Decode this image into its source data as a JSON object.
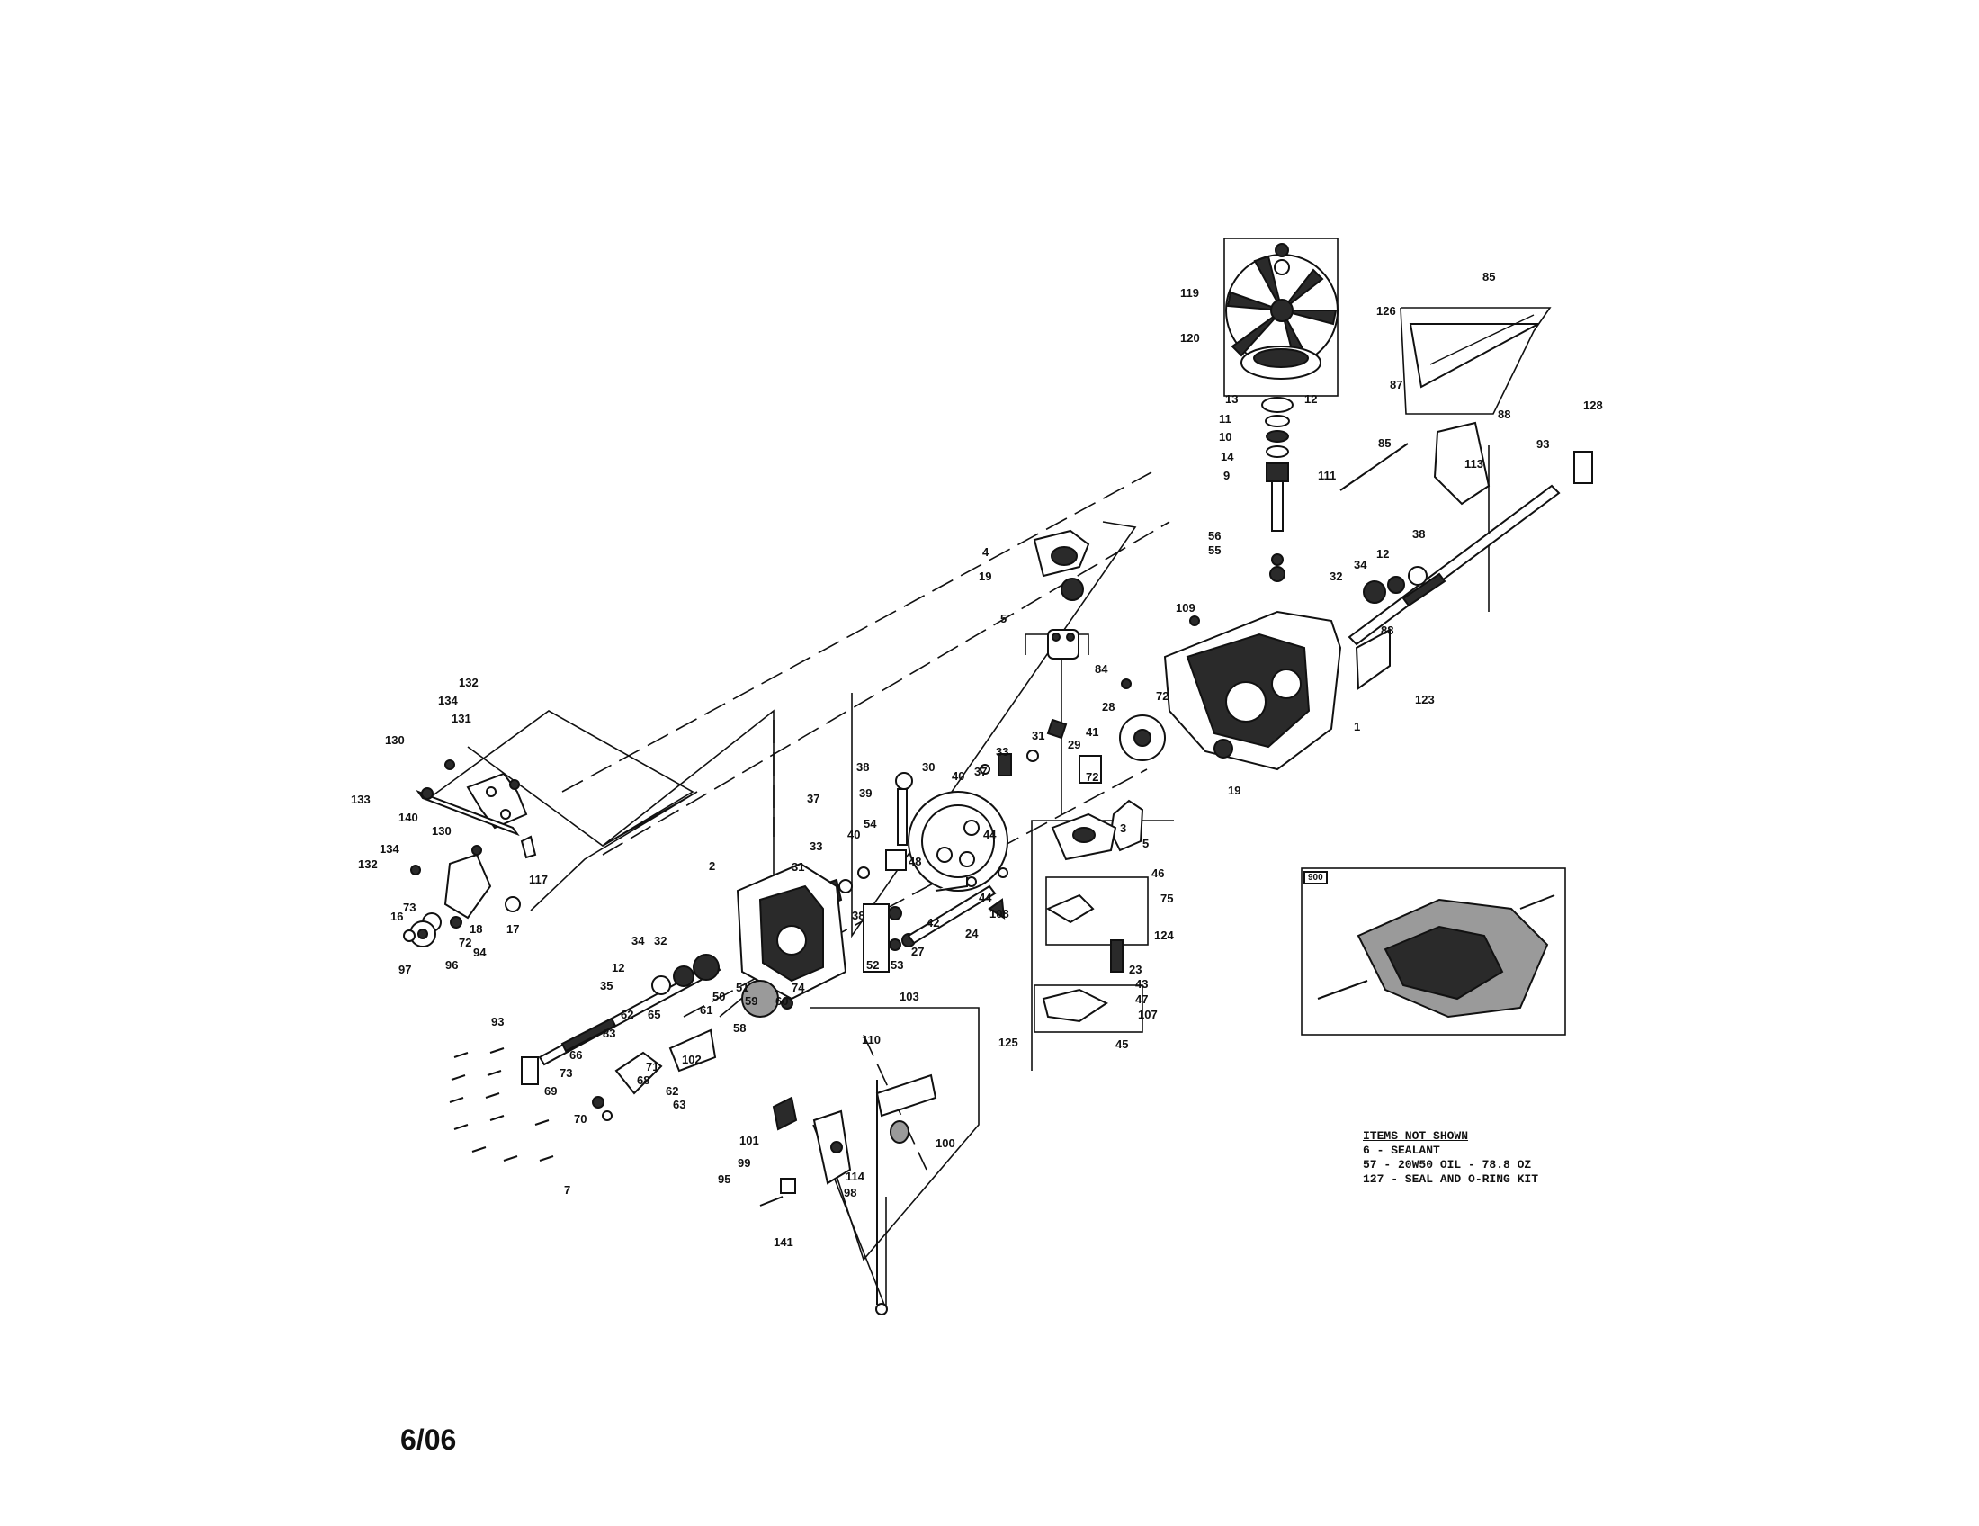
{
  "diagram": {
    "callouts": [
      "119",
      "126",
      "120",
      "85",
      "13",
      "12",
      "128",
      "11",
      "87",
      "88",
      "10",
      "14",
      "85",
      "93",
      "111",
      "113",
      "9",
      "4",
      "38",
      "56",
      "55",
      "12",
      "34",
      "19",
      "32",
      "109",
      "5",
      "88",
      "84",
      "123",
      "132",
      "72",
      "28",
      "134",
      "1",
      "131",
      "41",
      "31",
      "130",
      "29",
      "33",
      "19",
      "37",
      "38",
      "30",
      "40",
      "72",
      "133",
      "39",
      "140",
      "5",
      "54",
      "3",
      "130",
      "44",
      "40",
      "48",
      "46",
      "37",
      "134",
      "117",
      "132",
      "33",
      "2",
      "31",
      "75",
      "108",
      "44",
      "73",
      "17",
      "18",
      "16",
      "38",
      "42",
      "24",
      "124",
      "72",
      "27",
      "94",
      "53",
      "52",
      "34",
      "96",
      "32",
      "97",
      "23",
      "12",
      "43",
      "35",
      "74",
      "50",
      "51",
      "47",
      "103",
      "60",
      "59",
      "107",
      "45",
      "125",
      "61",
      "65",
      "110",
      "58",
      "93",
      "62",
      "83",
      "102",
      "66",
      "71",
      "68",
      "62",
      "73",
      "69",
      "63",
      "70",
      "100",
      "101",
      "114",
      "99",
      "98",
      "95",
      "7",
      "141"
    ]
  },
  "items_not_shown": {
    "title": "ITEMS NOT SHOWN",
    "items": [
      "6 - SEALANT",
      "57 - 20W50 OIL - 78.8 OZ",
      "127 - SEAL AND O-RING KIT"
    ]
  },
  "inset": {
    "label": "900"
  },
  "footer": {
    "date": "6/06"
  }
}
